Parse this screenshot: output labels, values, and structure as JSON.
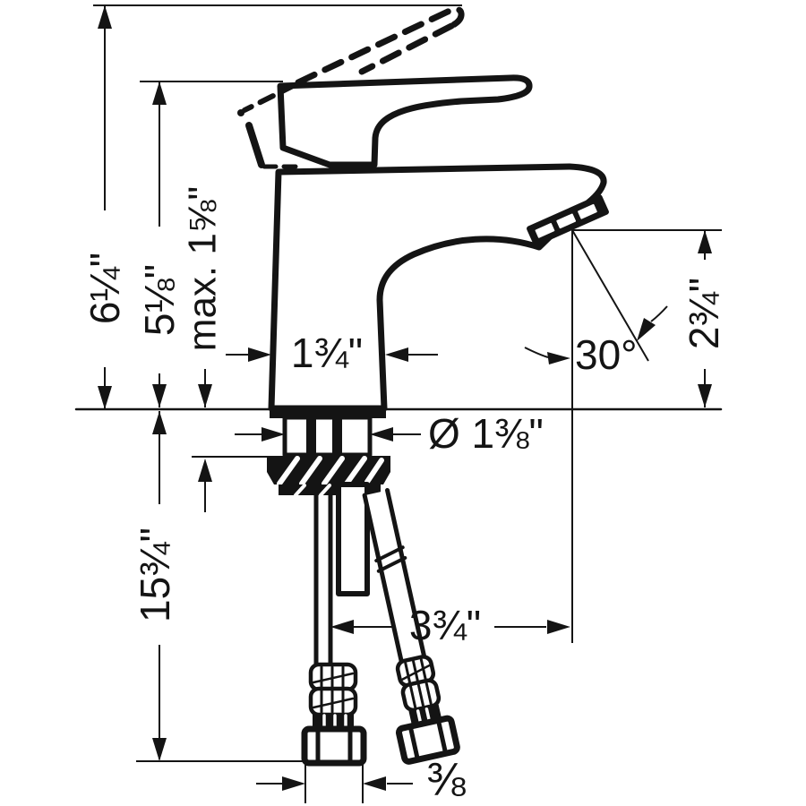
{
  "drawing": {
    "type": "faucet-installation-dimension-drawing",
    "background_color": "#ffffff",
    "line_color": "#141414",
    "dimensions": {
      "overall_height": "6¼\"",
      "handle_height": "5⅛\"",
      "max_mounting_thickness": "max. 1⅝\"",
      "body_width": "1¾\"",
      "shank_diameter": "Ø 1⅜\"",
      "stream_angle": "30°",
      "spout_outlet_height": "2¾\"",
      "hose_length": "15¾\"",
      "spout_reach": "3¾\"",
      "connection_size": "⅜"
    }
  }
}
